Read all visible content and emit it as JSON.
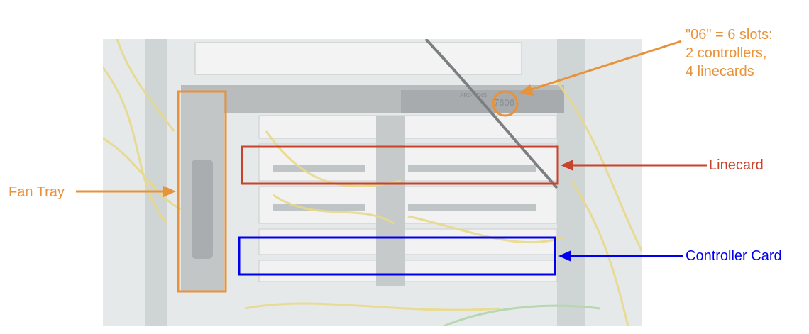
{
  "annotations": {
    "slots_note": "\"06\" = 6 slots:\n2 controllers,\n4 linecards",
    "linecard": "Linecard",
    "fan_tray": "Fan Tray",
    "controller_card": "Controller Card"
  },
  "colors": {
    "orange": "#e8923a",
    "red": "#c8432b",
    "blue": "#0000ee"
  },
  "chassis": {
    "model_label": "7606",
    "tag_label": "AR04 TNS"
  }
}
